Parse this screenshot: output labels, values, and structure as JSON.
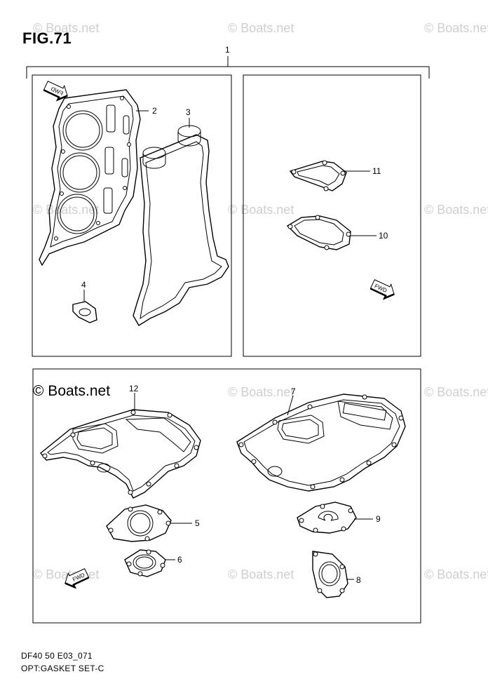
{
  "figure": {
    "title": "FIG.71",
    "copyright": "© Boats.net",
    "watermark": "© Boats.net",
    "footer_code": "DF40 50 E03_071",
    "footer_name": "OPT:GASKET SET-C"
  },
  "fwd_label": "FWD",
  "callouts": {
    "c1": "1",
    "c2": "2",
    "c3": "3",
    "c4": "4",
    "c5": "5",
    "c6": "6",
    "c7": "7",
    "c8": "8",
    "c9": "9",
    "c10": "10",
    "c11": "11",
    "c12": "12"
  }
}
